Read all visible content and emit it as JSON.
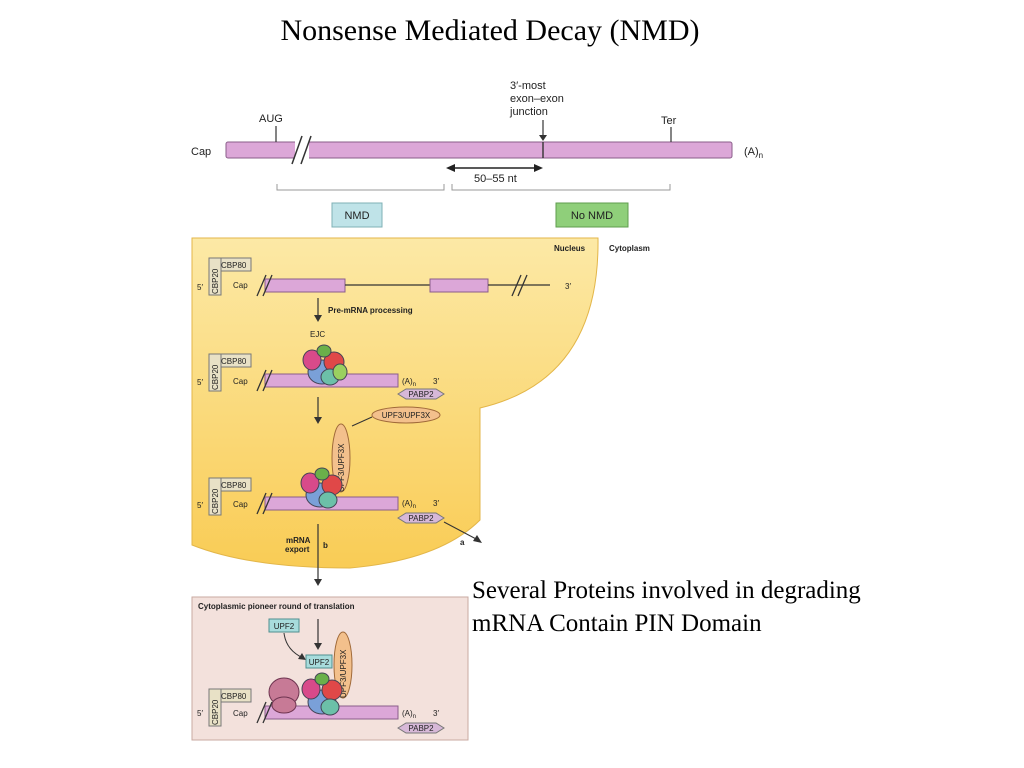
{
  "title": "Nonsense Mediated Decay (NMD)",
  "caption": {
    "line1": "Several Proteins involved in degrading",
    "line2": "mRNA Contain PIN Domain"
  },
  "top_panel": {
    "cap": "Cap",
    "aug": "AUG",
    "junction_line1": "3′-most",
    "junction_line2": "exon–exon",
    "junction_line3": "junction",
    "ter": "Ter",
    "polya": "(A)",
    "polya_sub": "n",
    "distance": "50–55 nt",
    "nmd": "NMD",
    "no_nmd": "No NMD"
  },
  "nucleus_panel": {
    "nucleus": "Nucleus",
    "cytoplasm": "Cytoplasm",
    "cbp80": "CBP80",
    "cbp20": "CBP20",
    "cap": "Cap",
    "five_prime": "5′",
    "three_prime": "3′",
    "processing": "Pre-mRNA processing",
    "ejc": "EJC",
    "polya": "(A)",
    "polya_sub": "n",
    "pabp2": "PABP2",
    "upf3": "UPF3/UPF3X",
    "export_line1": "mRNA",
    "export_line2": "export",
    "b": "b",
    "a": "a"
  },
  "translation_panel": {
    "title": "Cytoplasmic pioneer round of translation",
    "upf2": "UPF2",
    "upf3": "UPF3/UPF3X",
    "cbp80": "CBP80",
    "cbp20": "CBP20",
    "cap": "Cap",
    "five_prime": "5′",
    "three_prime": "3′",
    "polya": "(A)",
    "polya_sub": "n",
    "pabp2": "PABP2"
  },
  "colors": {
    "mrna": "#dca7d8",
    "mrna_stroke": "#8a5e8a",
    "nucleus_fill": "#fbd77a",
    "nmd_box": "#bfe3e8",
    "no_nmd_box": "#8fcf7a",
    "translation_bg": "#f3e1dc",
    "pabp_fill": "#d7b8d8",
    "upf3_fill": "#f3c08c",
    "upf2_fill": "#a8dcdc",
    "ribosome": "#c77a96"
  }
}
